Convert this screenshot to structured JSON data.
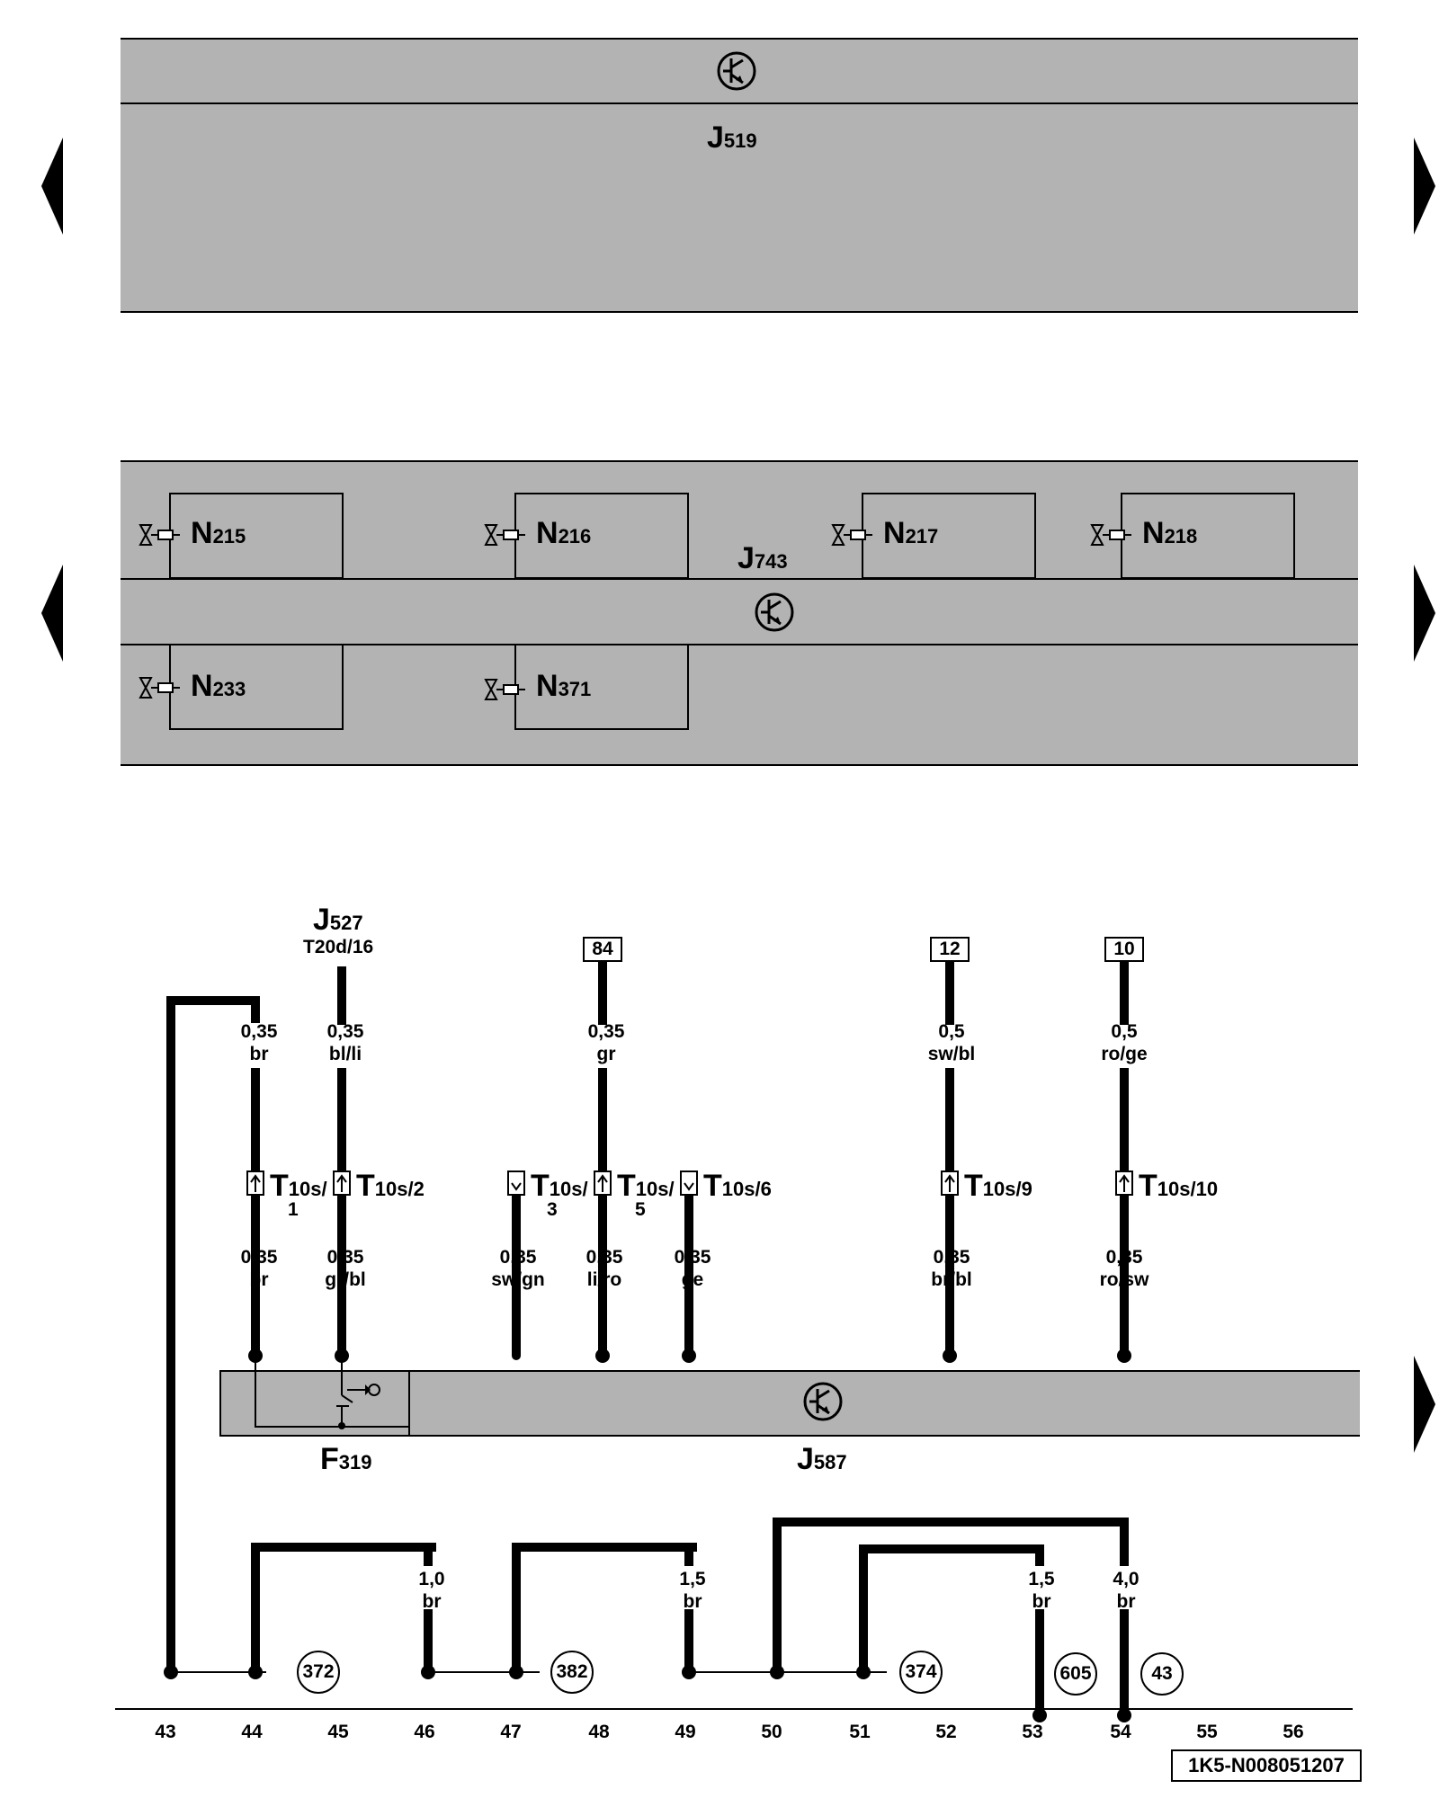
{
  "j519": {
    "letter": "J",
    "num": "519"
  },
  "j743": {
    "letter": "J",
    "num": "743"
  },
  "valves": [
    {
      "letter": "N",
      "num": "215"
    },
    {
      "letter": "N",
      "num": "216"
    },
    {
      "letter": "N",
      "num": "217"
    },
    {
      "letter": "N",
      "num": "218"
    },
    {
      "letter": "N",
      "num": "233"
    },
    {
      "letter": "N",
      "num": "371"
    }
  ],
  "j527": {
    "letter": "J",
    "num": "527",
    "pin": "T20d/16"
  },
  "refs": {
    "r84": "84",
    "r12": "12",
    "r10": "10"
  },
  "top_wires": [
    {
      "size": "0,35",
      "color": "br"
    },
    {
      "size": "0,35",
      "color": "bl/li"
    },
    {
      "size": "0,35",
      "color": "gr"
    },
    {
      "size": "0,5",
      "color": "sw/bl"
    },
    {
      "size": "0,5",
      "color": "ro/ge"
    }
  ],
  "connectors": [
    {
      "letter": "T",
      "pin": "10s/",
      "extra": "1"
    },
    {
      "letter": "T",
      "pin": "10s/2",
      "extra": ""
    },
    {
      "letter": "T",
      "pin": "10s/",
      "extra": "3"
    },
    {
      "letter": "T",
      "pin": "10s/",
      "extra": "5"
    },
    {
      "letter": "T",
      "pin": "10s/6",
      "extra": ""
    },
    {
      "letter": "T",
      "pin": "10s/9",
      "extra": ""
    },
    {
      "letter": "T",
      "pin": "10s/10",
      "extra": ""
    }
  ],
  "bottom_wires": [
    {
      "size": "0,35",
      "color": "br"
    },
    {
      "size": "0,35",
      "color": "gr/bl"
    },
    {
      "size": "0,35",
      "color": "sw/gn"
    },
    {
      "size": "0,35",
      "color": "li/ro"
    },
    {
      "size": "0,35",
      "color": "ge"
    },
    {
      "size": "0,35",
      "color": "br/bl"
    },
    {
      "size": "0,35",
      "color": "ro/sw"
    }
  ],
  "f319": {
    "letter": "F",
    "num": "319"
  },
  "j587": {
    "letter": "J",
    "num": "587"
  },
  "ground_wires": [
    {
      "size": "1,0",
      "color": "br"
    },
    {
      "size": "1,5",
      "color": "br"
    },
    {
      "size": "1,5",
      "color": "br"
    },
    {
      "size": "4,0",
      "color": "br"
    }
  ],
  "ground_points": [
    "372",
    "382",
    "374",
    "605",
    "43"
  ],
  "columns": [
    "43",
    "44",
    "45",
    "46",
    "47",
    "48",
    "49",
    "50",
    "51",
    "52",
    "53",
    "54",
    "55",
    "56"
  ],
  "footer_code": "1K5-N008051207"
}
